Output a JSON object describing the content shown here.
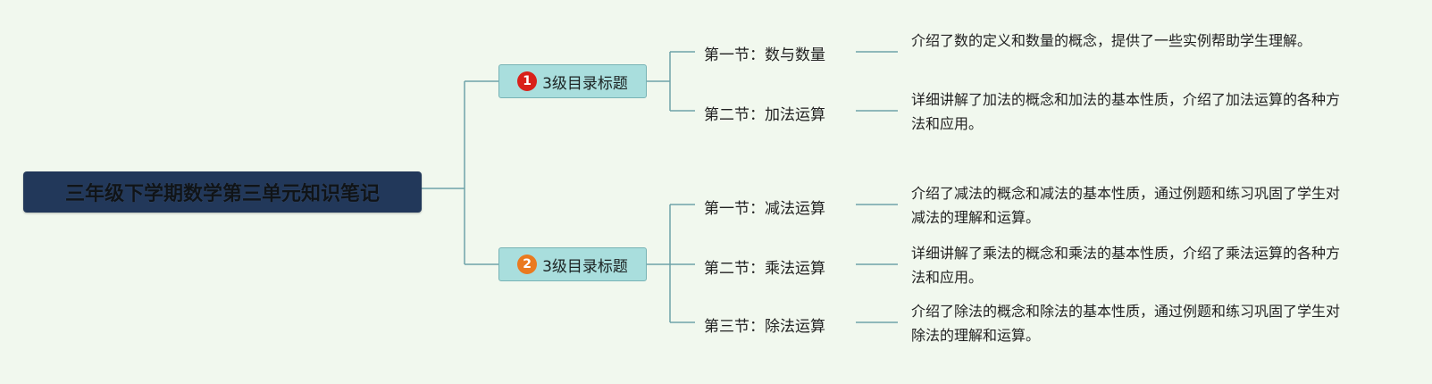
{
  "colors": {
    "background": "#f1f8ee",
    "root_fill": "#22385a",
    "branch_fill": "#a9dedd",
    "connector": "#6fa3a8",
    "marker_1": "#d9201a",
    "marker_2": "#ea7a1f"
  },
  "root": {
    "title": "三年级下学期数学第三单元知识笔记"
  },
  "branches": [
    {
      "marker": "1",
      "label": "3级目录标题",
      "sections": [
        {
          "title": "第一节：数与数量",
          "description": "介绍了数的定义和数量的概念，提供了一些实例帮助学生理解。"
        },
        {
          "title": "第二节：加法运算",
          "description": "详细讲解了加法的概念和加法的基本性质，介绍了加法运算的各种方法和应用。"
        }
      ]
    },
    {
      "marker": "2",
      "label": "3级目录标题",
      "sections": [
        {
          "title": "第一节：减法运算",
          "description": "介绍了减法的概念和减法的基本性质，通过例题和练习巩固了学生对减法的理解和运算。"
        },
        {
          "title": "第二节：乘法运算",
          "description": "详细讲解了乘法的概念和乘法的基本性质，介绍了乘法运算的各种方法和应用。"
        },
        {
          "title": "第三节：除法运算",
          "description": "介绍了除法的概念和除法的基本性质，通过例题和练习巩固了学生对除法的理解和运算。"
        }
      ]
    }
  ]
}
